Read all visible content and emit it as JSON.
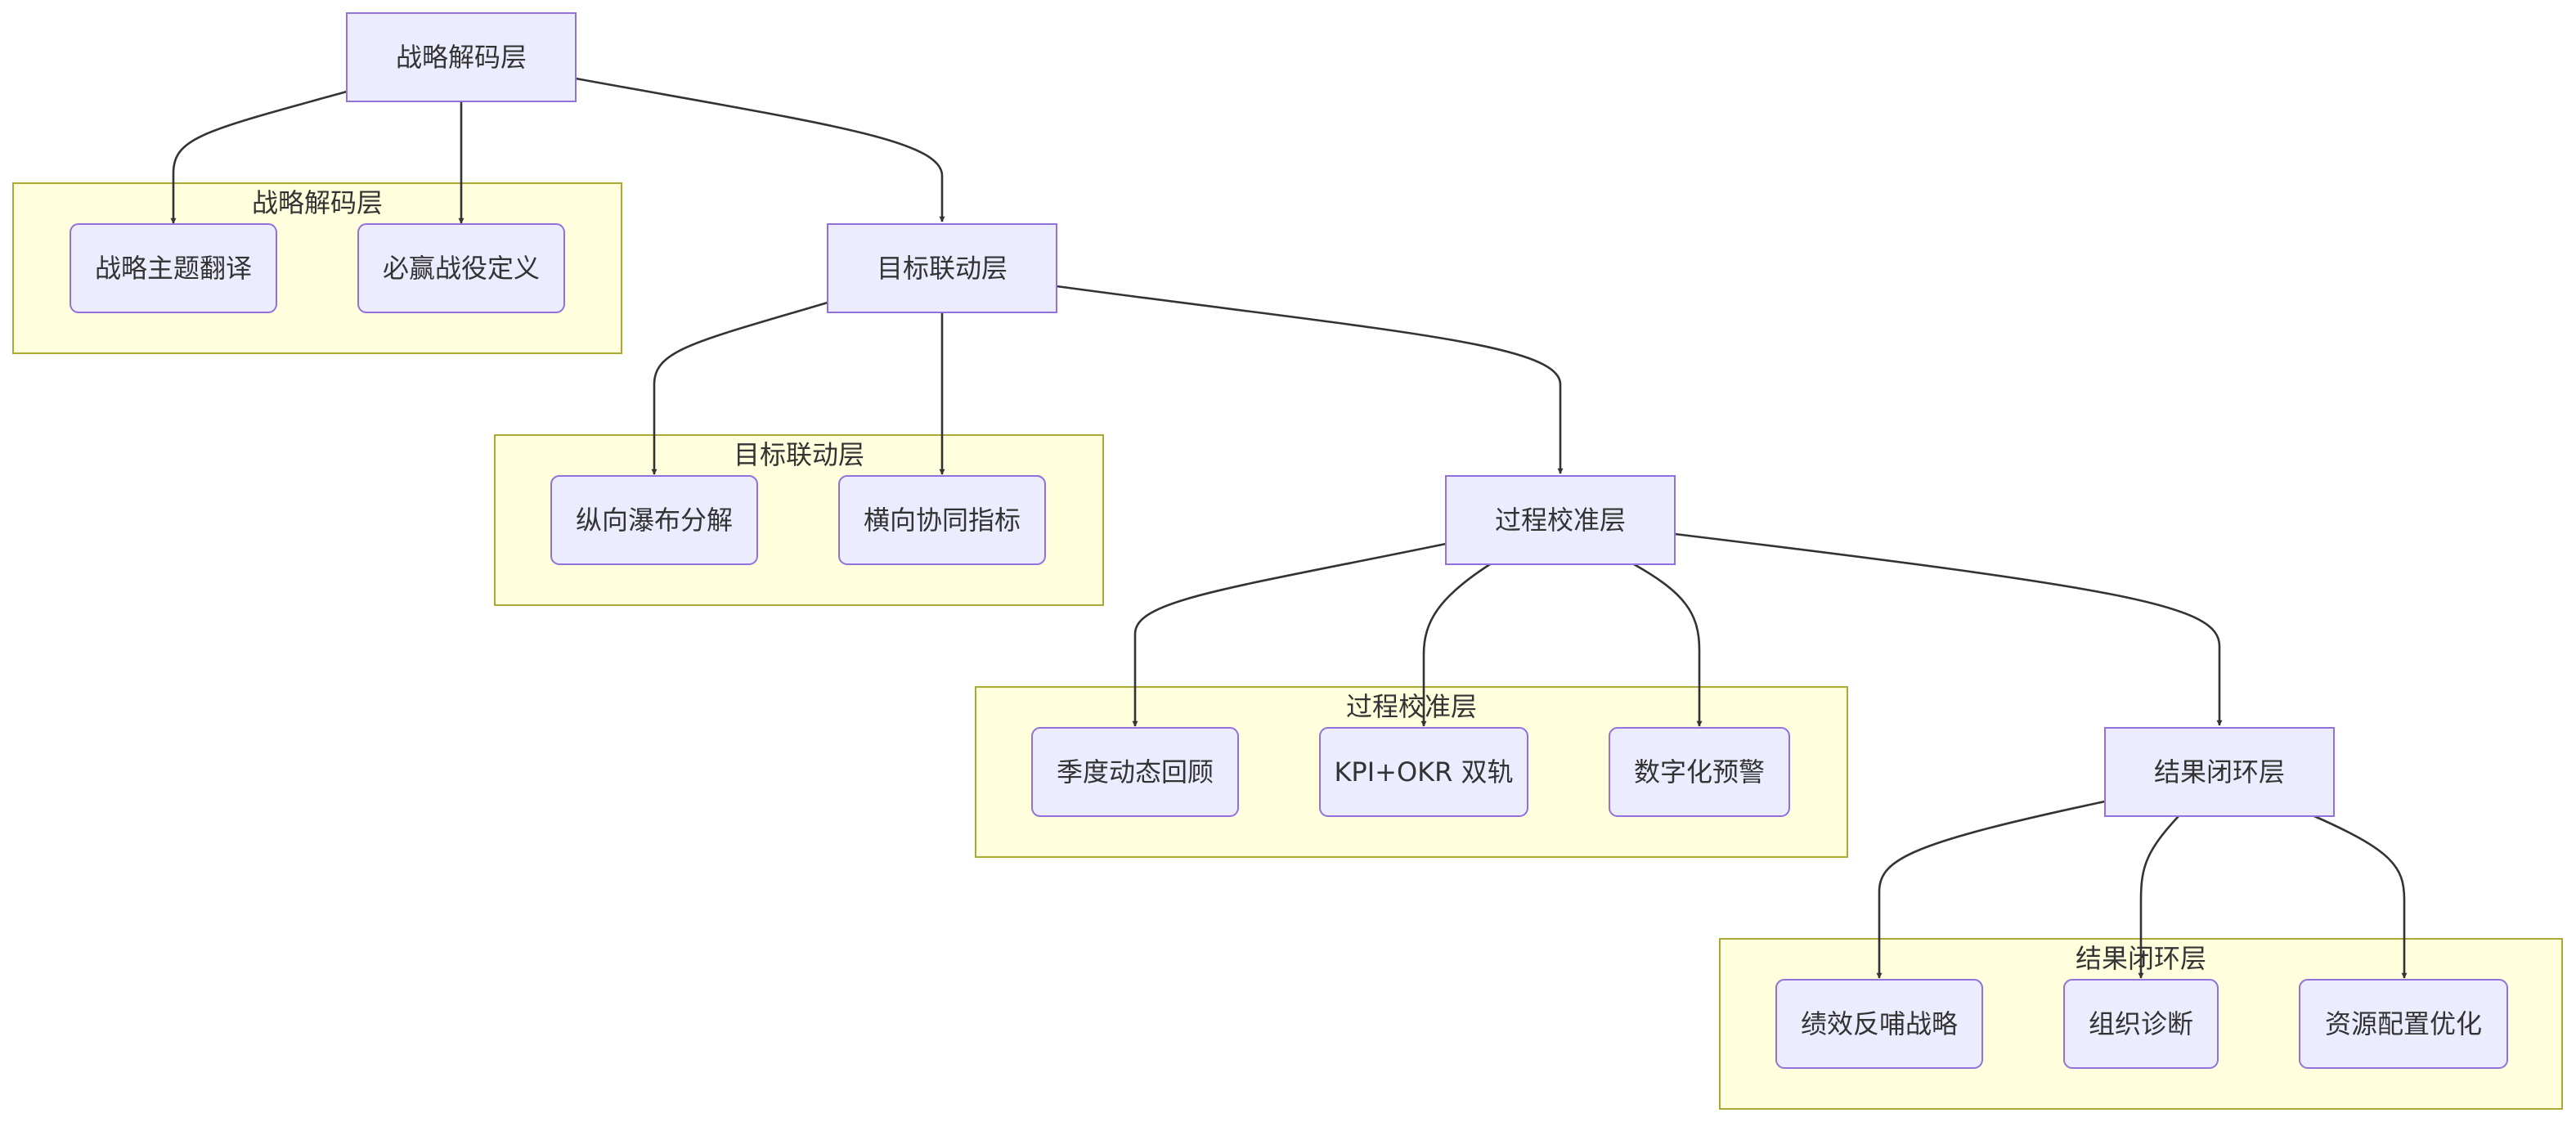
{
  "diagram": {
    "main_nodes": {
      "strategy": "战略解码层",
      "goal": "目标联动层",
      "process": "过程校准层",
      "result": "结果闭环层"
    },
    "clusters": [
      {
        "title": "战略解码层",
        "nodes": [
          "战略主题翻译",
          "必赢战役定义"
        ]
      },
      {
        "title": "目标联动层",
        "nodes": [
          "纵向瀑布分解",
          "横向协同指标"
        ]
      },
      {
        "title": "过程校准层",
        "nodes": [
          "季度动态回顾",
          "KPI+OKR 双轨",
          "数字化预警"
        ]
      },
      {
        "title": "结果闭环层",
        "nodes": [
          "绩效反哺战略",
          "组织诊断",
          "资源配置优化"
        ]
      }
    ],
    "colors": {
      "node_fill": "#ececff",
      "node_stroke": "#9370db",
      "cluster_fill": "#ffffde",
      "cluster_stroke": "#aaaa33",
      "edge": "#333333",
      "text": "#333333"
    }
  }
}
